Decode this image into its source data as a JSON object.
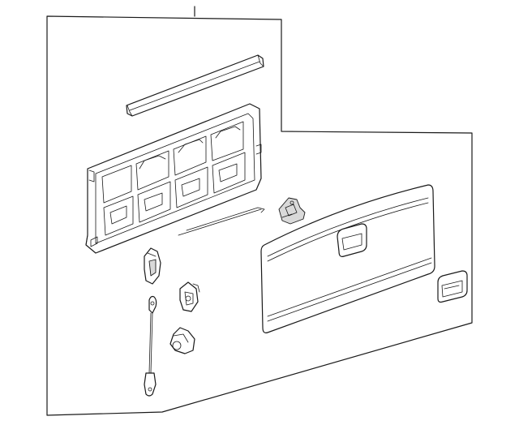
{
  "diagram": {
    "parts": [
      {
        "id": "top-cap",
        "label": ""
      },
      {
        "id": "inner-panel",
        "label": ""
      },
      {
        "id": "outer-shell",
        "label": ""
      },
      {
        "id": "handle-pocket",
        "label": ""
      },
      {
        "id": "latch-rod",
        "label": ""
      },
      {
        "id": "hinge-bracket",
        "label": ""
      },
      {
        "id": "striker-bracket",
        "label": ""
      },
      {
        "id": "latch",
        "label": ""
      },
      {
        "id": "support-cable",
        "label": ""
      },
      {
        "id": "cable-bracket",
        "label": ""
      },
      {
        "id": "camera-bezel",
        "label": ""
      }
    ],
    "colors": {
      "line": "#1a1a1a",
      "background": "#ffffff",
      "shade": "#d9d9d9"
    }
  }
}
